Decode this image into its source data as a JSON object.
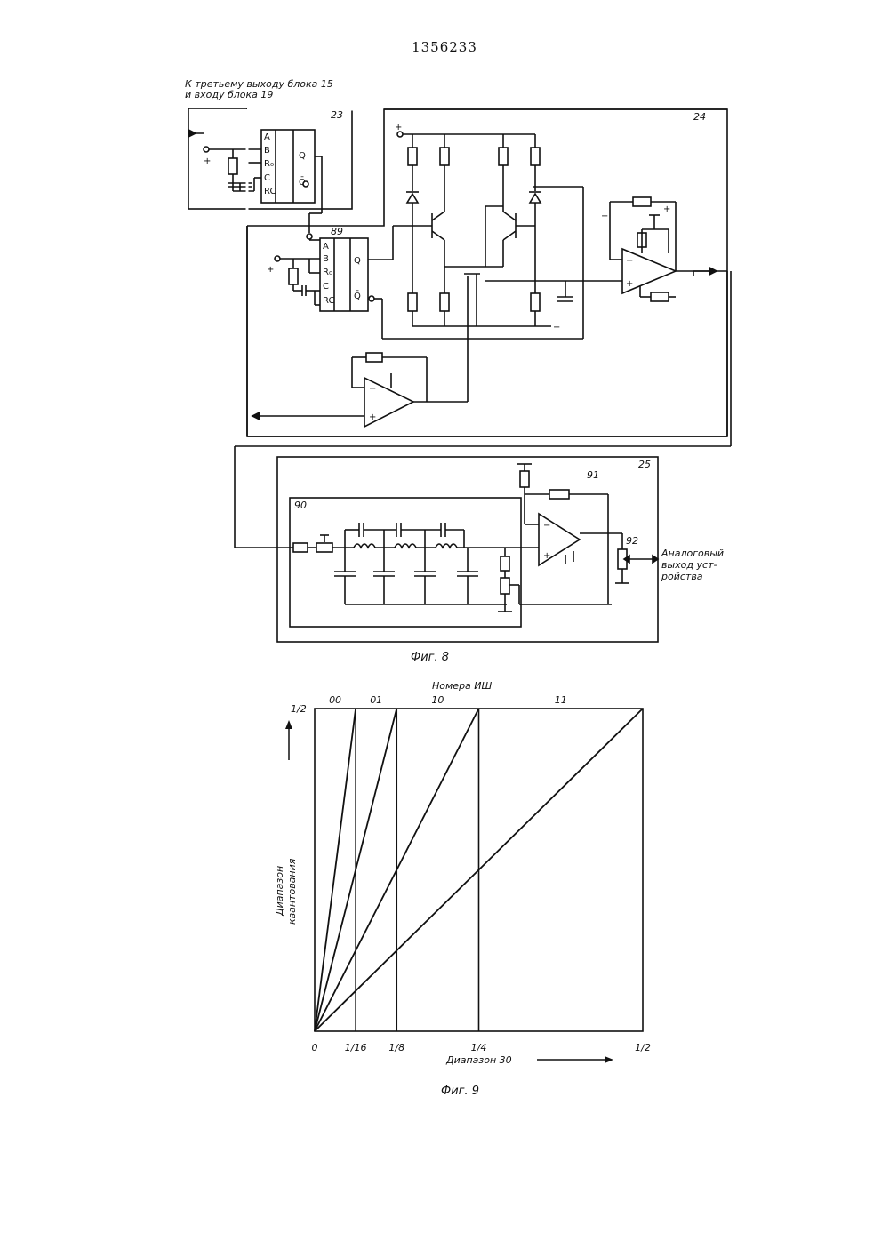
{
  "page_number": "1356233",
  "fig8": {
    "caption": "Фиг. 8",
    "top_note_line1": "К третьему выходу блока 15",
    "top_note_line2": "и входу блока 19",
    "block_23": "23",
    "block_24": "24",
    "block_25": "25",
    "element_89": "89",
    "element_90": "90",
    "element_91": "91",
    "element_92": "92",
    "pin_A": "A",
    "pin_B": "B",
    "pin_R0": "R₀",
    "pin_C": "C",
    "pin_RC": "RC",
    "pin_Q": "Q",
    "pin_Qbar": "Q̄",
    "plus": "+",
    "minus": "−",
    "output_label_line1": "Аналоговый",
    "output_label_line2": "выход уст-",
    "output_label_line3": "ройства"
  },
  "fig9": {
    "caption": "Фиг. 9",
    "top_title": "Номера ИШ",
    "y_label_line1": "Диапазон",
    "y_label_line2": "квантования",
    "x_label": "Диапазон 30",
    "y_max_label": "1/2",
    "x_tick_labels": [
      "0",
      "1/16",
      "1/8",
      "1/4",
      "1/2"
    ],
    "section_labels": [
      "00",
      "01",
      "10",
      "11"
    ]
  },
  "chart_data": {
    "type": "line",
    "title": "Номера ИШ",
    "xlabel": "Диапазон 30",
    "ylabel": "Диапазон квантования",
    "x_ticks": [
      0,
      0.0625,
      0.125,
      0.25,
      0.5
    ],
    "xlim": [
      0,
      0.5
    ],
    "ylim": [
      0,
      0.5
    ],
    "vertical_lines_x": [
      0.0625,
      0.125,
      0.25
    ],
    "series": [
      {
        "name": "00",
        "x": [
          0,
          0.0625
        ],
        "y": [
          0,
          0.5
        ]
      },
      {
        "name": "01",
        "x": [
          0,
          0.125
        ],
        "y": [
          0,
          0.5
        ]
      },
      {
        "name": "10",
        "x": [
          0,
          0.25
        ],
        "y": [
          0,
          0.5
        ]
      },
      {
        "name": "11",
        "x": [
          0,
          0.5
        ],
        "y": [
          0,
          0.5
        ]
      }
    ]
  }
}
